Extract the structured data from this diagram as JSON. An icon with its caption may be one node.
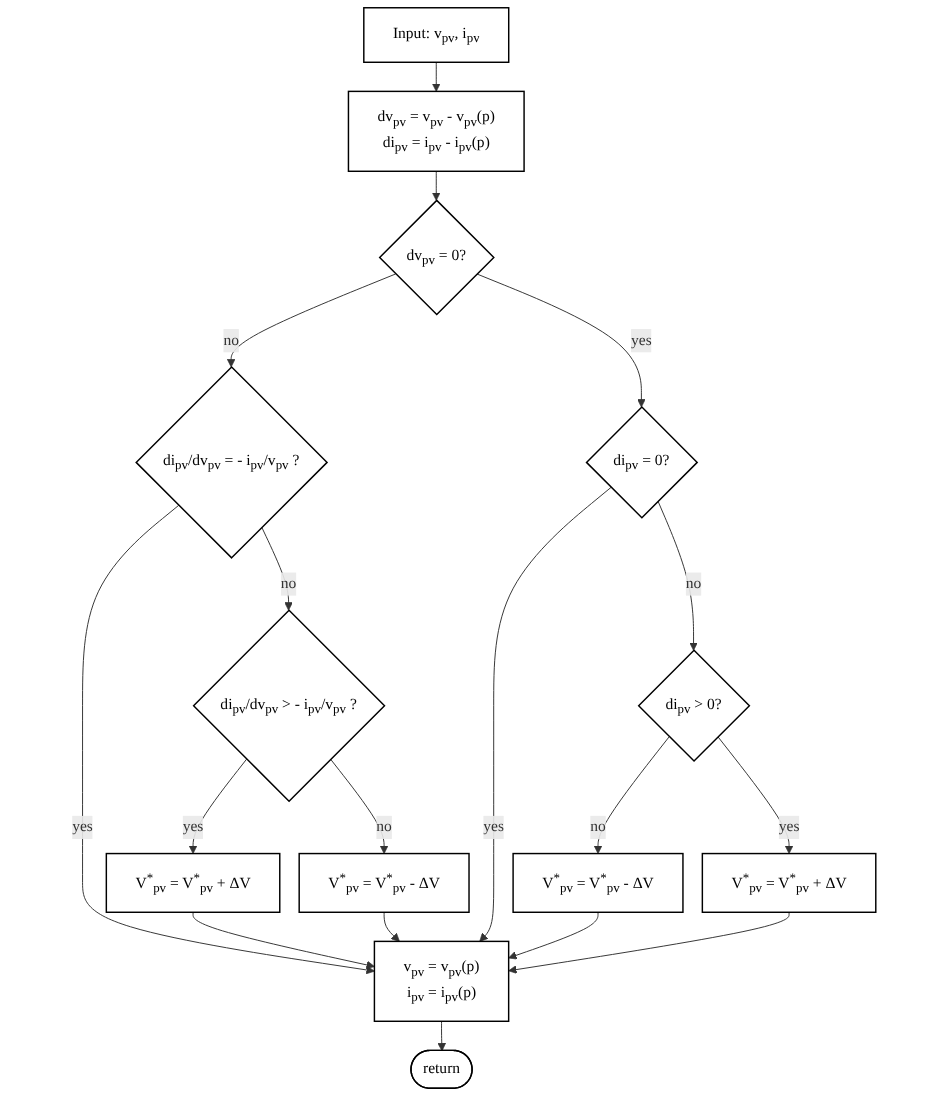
{
  "diagram": {
    "nodes": [
      {
        "text": [
          "Input: v$_{pv}$, i$_{pv}$"
        ]
      },
      {
        "text": [
          "dv$_{pv}$ = v$_{pv}$ - v$_{pv}$(p)",
          "di$_{pv}$ = i$_{pv}$ - i$_{pv}$(p)"
        ]
      },
      {
        "text": [
          "dv$_{pv}$ = 0?"
        ]
      },
      {
        "text": [
          "di$_{pv}$/dv$_{pv}$ = - i$_{pv}$/v$_{pv}$ ?"
        ]
      },
      {
        "text": [
          "di$_{pv}$ = 0?"
        ]
      },
      {
        "text": [
          "di$_{pv}$/dv$_{pv}$ > - i$_{pv}$/v$_{pv}$ ?"
        ]
      },
      {
        "text": [
          "di$_{pv}$ > 0?"
        ]
      },
      {
        "text": [
          "V$^{*}$$_{pv}$ = V$^{*}$$_{pv}$ + ΔV"
        ]
      },
      {
        "text": [
          "V$^{*}$$_{pv}$ = V$^{*}$$_{pv}$ - ΔV"
        ]
      },
      {
        "text": [
          "V$^{*}$$_{pv}$ = V$^{*}$$_{pv}$ - ΔV"
        ]
      },
      {
        "text": [
          "V$^{*}$$_{pv}$ = V$^{*}$$_{pv}$ + ΔV"
        ]
      },
      {
        "text": [
          "v$_{pv}$ = v$_{pv}$(p)",
          "i$_{pv}$ = i$_{pv}$(p)"
        ]
      },
      {
        "text": [
          "return"
        ]
      }
    ],
    "edges": [
      {
        "from": 0,
        "to": 1,
        "arrow": "to"
      },
      {
        "from": 1,
        "to": 2,
        "arrow": "to"
      },
      {
        "from": 2,
        "to": 3,
        "arrow": "to",
        "label": "no"
      },
      {
        "from": 2,
        "to": 4,
        "arrow": "to",
        "label": "yes"
      },
      {
        "from": 3,
        "to": 11,
        "arrow": "to",
        "label": "yes"
      },
      {
        "from": 3,
        "to": 5,
        "arrow": "to",
        "label": "no"
      },
      {
        "from": 5,
        "to": 7,
        "arrow": "to",
        "label": "yes"
      },
      {
        "from": 5,
        "to": 8,
        "arrow": "to",
        "label": "no"
      },
      {
        "from": 4,
        "to": 11,
        "arrow": "to",
        "label": "yes"
      },
      {
        "from": 4,
        "to": 6,
        "arrow": "to",
        "label": "no"
      },
      {
        "from": 6,
        "to": 9,
        "arrow": "to",
        "label": "no"
      },
      {
        "from": 6,
        "to": 10,
        "arrow": "to",
        "label": "yes"
      },
      {
        "from": 7,
        "to": 11,
        "arrow": "to"
      },
      {
        "from": 8,
        "to": 11,
        "arrow": "to"
      },
      {
        "from": 9,
        "to": 11,
        "arrow": "to"
      },
      {
        "from": 10,
        "to": 11,
        "arrow": "to"
      },
      {
        "from": 11,
        "to": 12,
        "arrow": "to"
      }
    ]
  }
}
